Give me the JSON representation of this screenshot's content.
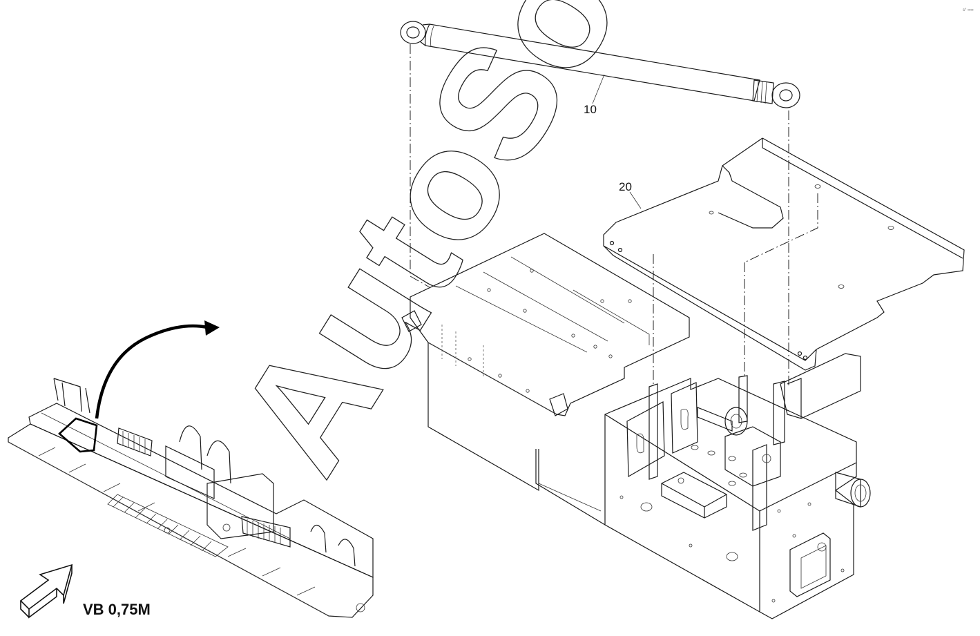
{
  "labels": {
    "part_10": "10",
    "part_20": "20",
    "view_label": "VB 0,75M",
    "watermark": "AutoSoft",
    "corner_mark": "s° ∞∞"
  },
  "icons": {
    "view_arrow": "outline-arrow-icon",
    "callout_arrow": "curved-arrow-icon"
  },
  "colors": {
    "line": "#1a1a1a",
    "background": "#ffffff"
  }
}
